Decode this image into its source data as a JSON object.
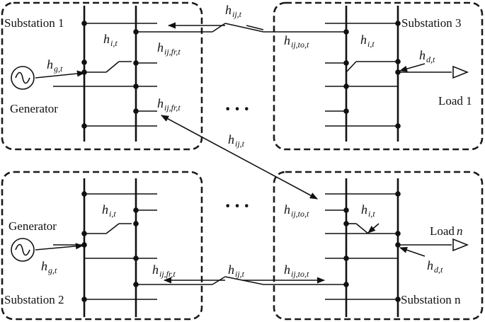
{
  "substations": {
    "s1": {
      "label": "Substation 1",
      "generator": "Generator"
    },
    "s2": {
      "label": "Substation 2",
      "generator": "Generator"
    },
    "s3": {
      "label": "Substation 3",
      "load": "Load 1"
    },
    "sn": {
      "label": "Substation n",
      "load_prefix": "Load ",
      "load_var": "n"
    }
  },
  "symbols": {
    "h": "h",
    "sub_ijt": "ij,t",
    "sub_it": "i,t",
    "sub_gt": "g,t",
    "sub_dt": "d,t",
    "sub_ijfrt": "ij,fr,t",
    "sub_ijtot": "ij,to,t"
  },
  "ellipsis": "···"
}
